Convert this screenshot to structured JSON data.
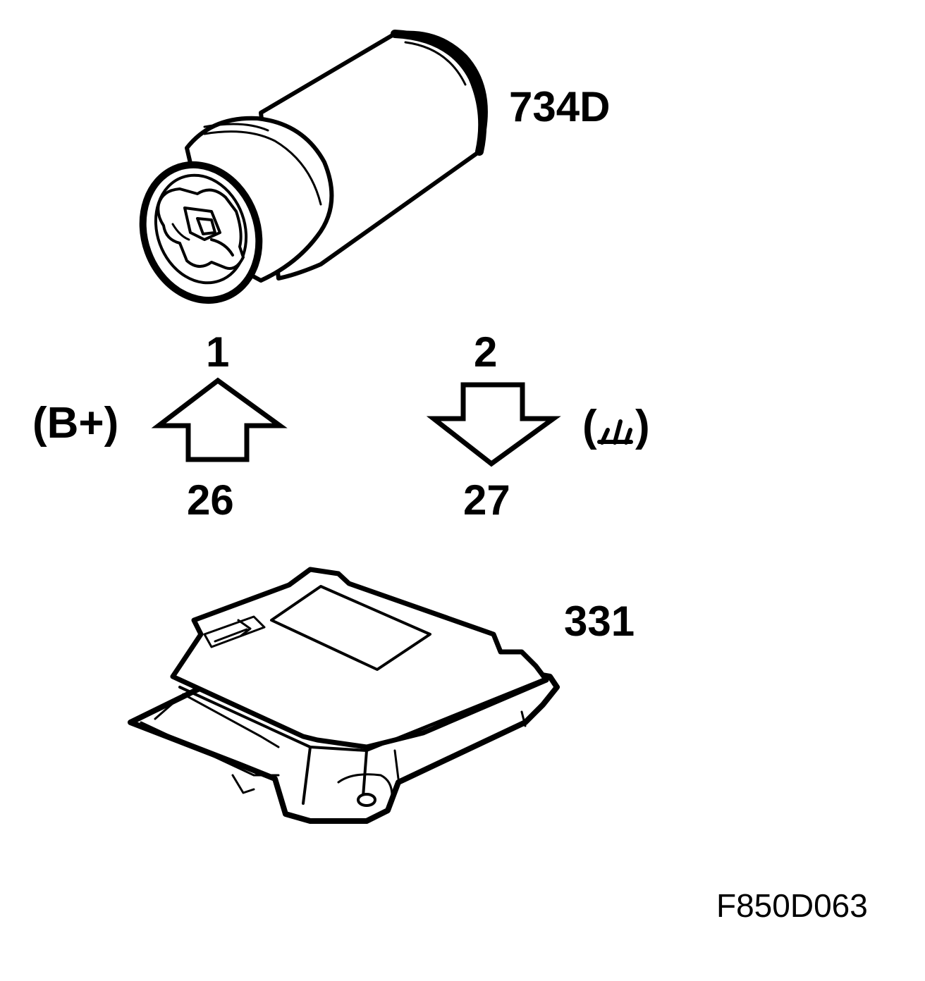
{
  "components": {
    "connector": {
      "label": "734D",
      "icon": "inline-connector-drawing"
    },
    "control_module": {
      "label": "331",
      "icon": "airbag-control-module-drawing"
    }
  },
  "pins": {
    "supply": {
      "connector_pin": "1",
      "module_pin": "26",
      "signal": "(B+)",
      "direction": "up",
      "icon": "arrow-up-icon"
    },
    "ground": {
      "connector_pin": "2",
      "module_pin": "27",
      "signal_left": "(",
      "signal_right": ")",
      "signal_icon": "ground-symbol-icon",
      "direction": "down",
      "icon": "arrow-down-icon"
    }
  },
  "figure_id": "F850D063",
  "colors": {
    "ink": "#000000",
    "paper": "#ffffff"
  }
}
